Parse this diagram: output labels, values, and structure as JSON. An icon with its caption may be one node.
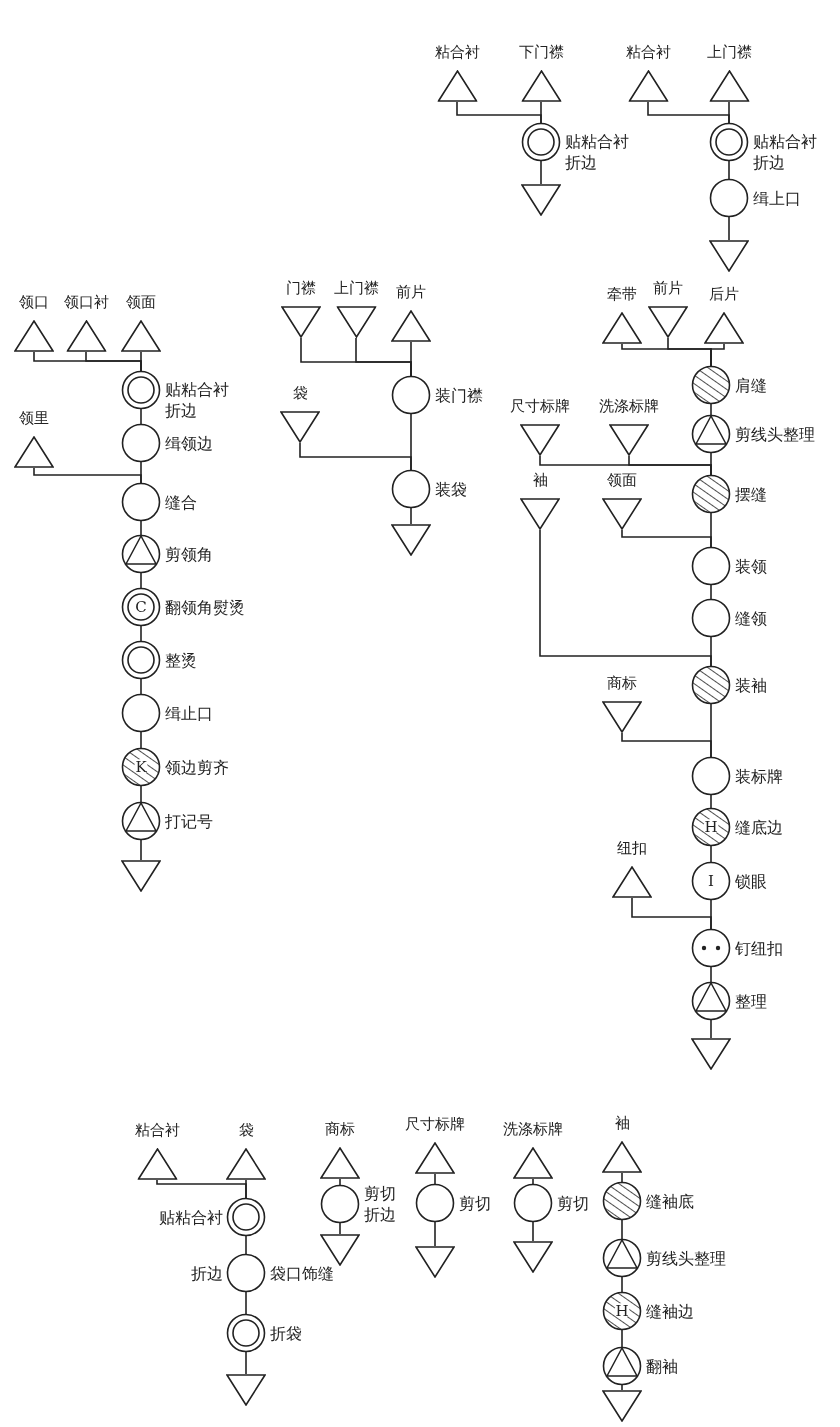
{
  "diagram": {
    "nodes": [
      {
        "text": [
          "粘合衬"
        ]
      },
      {
        "text": [
          "下门襟"
        ]
      },
      {
        "text": [],
        "shape": "double-circle",
        "beside": [
          "贴粘合衬折边"
        ]
      },
      {
        "text": [],
        "shape": "inverted-triangle"
      },
      {
        "text": [
          "粘合衬"
        ]
      },
      {
        "text": [
          "上门襟"
        ]
      },
      {
        "text": [],
        "shape": "double-circle",
        "beside": [
          "贴粘合衬折边"
        ]
      },
      {
        "text": [],
        "shape": "circle",
        "beside": [
          "缉上口"
        ]
      },
      {
        "text": [],
        "shape": "inverted-triangle"
      },
      {
        "text": [
          "领口"
        ]
      },
      {
        "text": [
          "领口衬"
        ]
      },
      {
        "text": [
          "领面"
        ]
      },
      {
        "text": [],
        "shape": "double-circle",
        "beside": [
          "贴粘合衬折边"
        ]
      },
      {
        "text": [],
        "shape": "circle",
        "beside": [
          "缉领边"
        ]
      },
      {
        "text": [
          "领里"
        ]
      },
      {
        "text": [],
        "shape": "circle",
        "beside": [
          "缝合"
        ]
      },
      {
        "text": [],
        "shape": "triangle-circle",
        "beside": [
          "剪领角"
        ]
      },
      {
        "text": [
          "C"
        ],
        "beside": [
          "翻领角熨烫"
        ]
      },
      {
        "text": [],
        "shape": "double-circle",
        "beside": [
          "整烫"
        ]
      },
      {
        "text": [],
        "shape": "circle",
        "beside": [
          "缉止口"
        ]
      },
      {
        "text": [
          "K"
        ],
        "beside": [
          "领边剪齐"
        ]
      },
      {
        "text": [],
        "shape": "triangle-circle",
        "beside": [
          "打记号"
        ]
      },
      {
        "text": [],
        "shape": "inverted-triangle"
      },
      {
        "text": [
          "门襟"
        ]
      },
      {
        "text": [
          "上门襟"
        ]
      },
      {
        "text": [
          "前片"
        ]
      },
      {
        "text": [],
        "shape": "circle",
        "beside": [
          "装门襟"
        ]
      },
      {
        "text": [
          "袋"
        ]
      },
      {
        "text": [],
        "shape": "circle",
        "beside": [
          "装袋"
        ]
      },
      {
        "text": [],
        "shape": "inverted-triangle"
      },
      {
        "text": [
          "牵带"
        ]
      },
      {
        "text": [
          "前片"
        ]
      },
      {
        "text": [
          "后片"
        ]
      },
      {
        "text": [],
        "shape": "hatched-circle",
        "beside": [
          "肩缝"
        ]
      },
      {
        "text": [],
        "shape": "triangle-circle",
        "beside": [
          "剪线头整理"
        ]
      },
      {
        "text": [
          "尺寸标牌"
        ]
      },
      {
        "text": [
          "洗涤标牌"
        ]
      },
      {
        "text": [],
        "shape": "hatched-circle",
        "beside": [
          "摆缝"
        ]
      },
      {
        "text": [
          "袖"
        ]
      },
      {
        "text": [
          "领面"
        ]
      },
      {
        "text": [],
        "shape": "circle",
        "beside": [
          "装领"
        ]
      },
      {
        "text": [],
        "shape": "circle",
        "beside": [
          "缝领"
        ]
      },
      {
        "text": [],
        "shape": "hatched-circle",
        "beside": [
          "装袖"
        ]
      },
      {
        "text": [
          "商标"
        ]
      },
      {
        "text": [],
        "shape": "circle",
        "beside": [
          "装标牌"
        ]
      },
      {
        "text": [
          "H"
        ],
        "beside": [
          "缝底边"
        ]
      },
      {
        "text": [
          "纽扣"
        ]
      },
      {
        "text": [
          "I"
        ],
        "beside": [
          "锁眼"
        ]
      },
      {
        "text": [],
        "shape": "dot-circle",
        "beside": [
          "钉纽扣"
        ]
      },
      {
        "text": [],
        "shape": "triangle-circle",
        "beside": [
          "整理"
        ]
      },
      {
        "text": [],
        "shape": "inverted-triangle"
      },
      {
        "text": [
          "粘合衬"
        ]
      },
      {
        "text": [
          "袋"
        ]
      },
      {
        "text": [],
        "shape": "double-circle",
        "beside": [
          "贴粘合衬"
        ]
      },
      {
        "text": [],
        "shape": "circle",
        "beside": [
          "折边",
          "袋口饰缝"
        ]
      },
      {
        "text": [],
        "shape": "double-circle",
        "beside": [
          "折袋"
        ]
      },
      {
        "text": [],
        "shape": "inverted-triangle"
      },
      {
        "text": [
          "商标"
        ]
      },
      {
        "text": [],
        "shape": "circle",
        "beside": [
          "剪切折边"
        ]
      },
      {
        "text": [],
        "shape": "inverted-triangle"
      },
      {
        "text": [
          "尺寸标牌"
        ]
      },
      {
        "text": [],
        "shape": "circle",
        "beside": [
          "剪切"
        ]
      },
      {
        "text": [],
        "shape": "inverted-triangle"
      },
      {
        "text": [
          "洗涤标牌"
        ]
      },
      {
        "text": [],
        "shape": "circle",
        "beside": [
          "剪切"
        ]
      },
      {
        "text": [],
        "shape": "inverted-triangle"
      },
      {
        "text": [
          "袖"
        ]
      },
      {
        "text": [],
        "shape": "hatched-circle",
        "beside": [
          "缝袖底"
        ]
      },
      {
        "text": [],
        "shape": "triangle-circle",
        "beside": [
          "剪线头整理"
        ]
      },
      {
        "text": [
          "H"
        ],
        "beside": [
          "缝袖边"
        ]
      },
      {
        "text": [],
        "shape": "triangle-circle",
        "beside": [
          "翻袖"
        ]
      },
      {
        "text": [],
        "shape": "inverted-triangle"
      }
    ],
    "edges": [
      {
        "from": 0,
        "to": 2,
        "arrow": "none"
      },
      {
        "from": 1,
        "to": 2,
        "arrow": "none"
      },
      {
        "from": 2,
        "to": 3,
        "arrow": "none"
      },
      {
        "from": 4,
        "to": 6,
        "arrow": "none"
      },
      {
        "from": 5,
        "to": 6,
        "arrow": "none"
      },
      {
        "from": 6,
        "to": 7,
        "arrow": "none"
      },
      {
        "from": 7,
        "to": 8,
        "arrow": "none"
      },
      {
        "from": 9,
        "to": 12,
        "arrow": "none"
      },
      {
        "from": 10,
        "to": 12,
        "arrow": "none"
      },
      {
        "from": 11,
        "to": 12,
        "arrow": "none"
      },
      {
        "from": 12,
        "to": 13,
        "arrow": "none"
      },
      {
        "from": 13,
        "to": 15,
        "arrow": "none"
      },
      {
        "from": 14,
        "to": 15,
        "arrow": "none"
      },
      {
        "from": 15,
        "to": 16,
        "arrow": "none"
      },
      {
        "from": 16,
        "to": 17,
        "arrow": "none"
      },
      {
        "from": 17,
        "to": 18,
        "arrow": "none"
      },
      {
        "from": 18,
        "to": 19,
        "arrow": "none"
      },
      {
        "from": 19,
        "to": 20,
        "arrow": "none"
      },
      {
        "from": 20,
        "to": 21,
        "arrow": "none"
      },
      {
        "from": 21,
        "to": 22,
        "arrow": "none"
      },
      {
        "from": 23,
        "to": 26,
        "arrow": "none"
      },
      {
        "from": 24,
        "to": 26,
        "arrow": "none"
      },
      {
        "from": 25,
        "to": 26,
        "arrow": "none"
      },
      {
        "from": 26,
        "to": 28,
        "arrow": "none"
      },
      {
        "from": 27,
        "to": 28,
        "arrow": "none"
      },
      {
        "from": 28,
        "to": 29,
        "arrow": "none"
      },
      {
        "from": 30,
        "to": 33,
        "arrow": "none"
      },
      {
        "from": 31,
        "to": 33,
        "arrow": "none"
      },
      {
        "from": 32,
        "to": 33,
        "arrow": "none"
      },
      {
        "from": 33,
        "to": 34,
        "arrow": "none"
      },
      {
        "from": 34,
        "to": 37,
        "arrow": "none"
      },
      {
        "from": 35,
        "to": 37,
        "arrow": "none"
      },
      {
        "from": 36,
        "to": 37,
        "arrow": "none"
      },
      {
        "from": 37,
        "to": 40,
        "arrow": "none"
      },
      {
        "from": 39,
        "to": 40,
        "arrow": "none"
      },
      {
        "from": 40,
        "to": 41,
        "arrow": "none"
      },
      {
        "from": 41,
        "to": 42,
        "arrow": "none"
      },
      {
        "from": 38,
        "to": 42,
        "arrow": "none"
      },
      {
        "from": 42,
        "to": 44,
        "arrow": "none"
      },
      {
        "from": 43,
        "to": 44,
        "arrow": "none"
      },
      {
        "from": 44,
        "to": 45,
        "arrow": "none"
      },
      {
        "from": 45,
        "to": 47,
        "arrow": "none"
      },
      {
        "from": 47,
        "to": 48,
        "arrow": "none"
      },
      {
        "from": 46,
        "to": 48,
        "arrow": "none"
      },
      {
        "from": 48,
        "to": 49,
        "arrow": "none"
      },
      {
        "from": 49,
        "to": 50,
        "arrow": "none"
      },
      {
        "from": 51,
        "to": 53,
        "arrow": "none"
      },
      {
        "from": 52,
        "to": 53,
        "arrow": "none"
      },
      {
        "from": 53,
        "to": 54,
        "arrow": "none"
      },
      {
        "from": 54,
        "to": 55,
        "arrow": "none"
      },
      {
        "from": 55,
        "to": 56,
        "arrow": "none"
      },
      {
        "from": 57,
        "to": 58,
        "arrow": "none"
      },
      {
        "from": 58,
        "to": 59,
        "arrow": "none"
      },
      {
        "from": 60,
        "to": 61,
        "arrow": "none"
      },
      {
        "from": 61,
        "to": 62,
        "arrow": "none"
      },
      {
        "from": 63,
        "to": 64,
        "arrow": "none"
      },
      {
        "from": 64,
        "to": 65,
        "arrow": "none"
      },
      {
        "from": 66,
        "to": 67,
        "arrow": "none"
      },
      {
        "from": 67,
        "to": 68,
        "arrow": "none"
      },
      {
        "from": 68,
        "to": 69,
        "arrow": "none"
      },
      {
        "from": 69,
        "to": 70,
        "arrow": "none"
      },
      {
        "from": 70,
        "to": 71,
        "arrow": "none"
      }
    ]
  }
}
